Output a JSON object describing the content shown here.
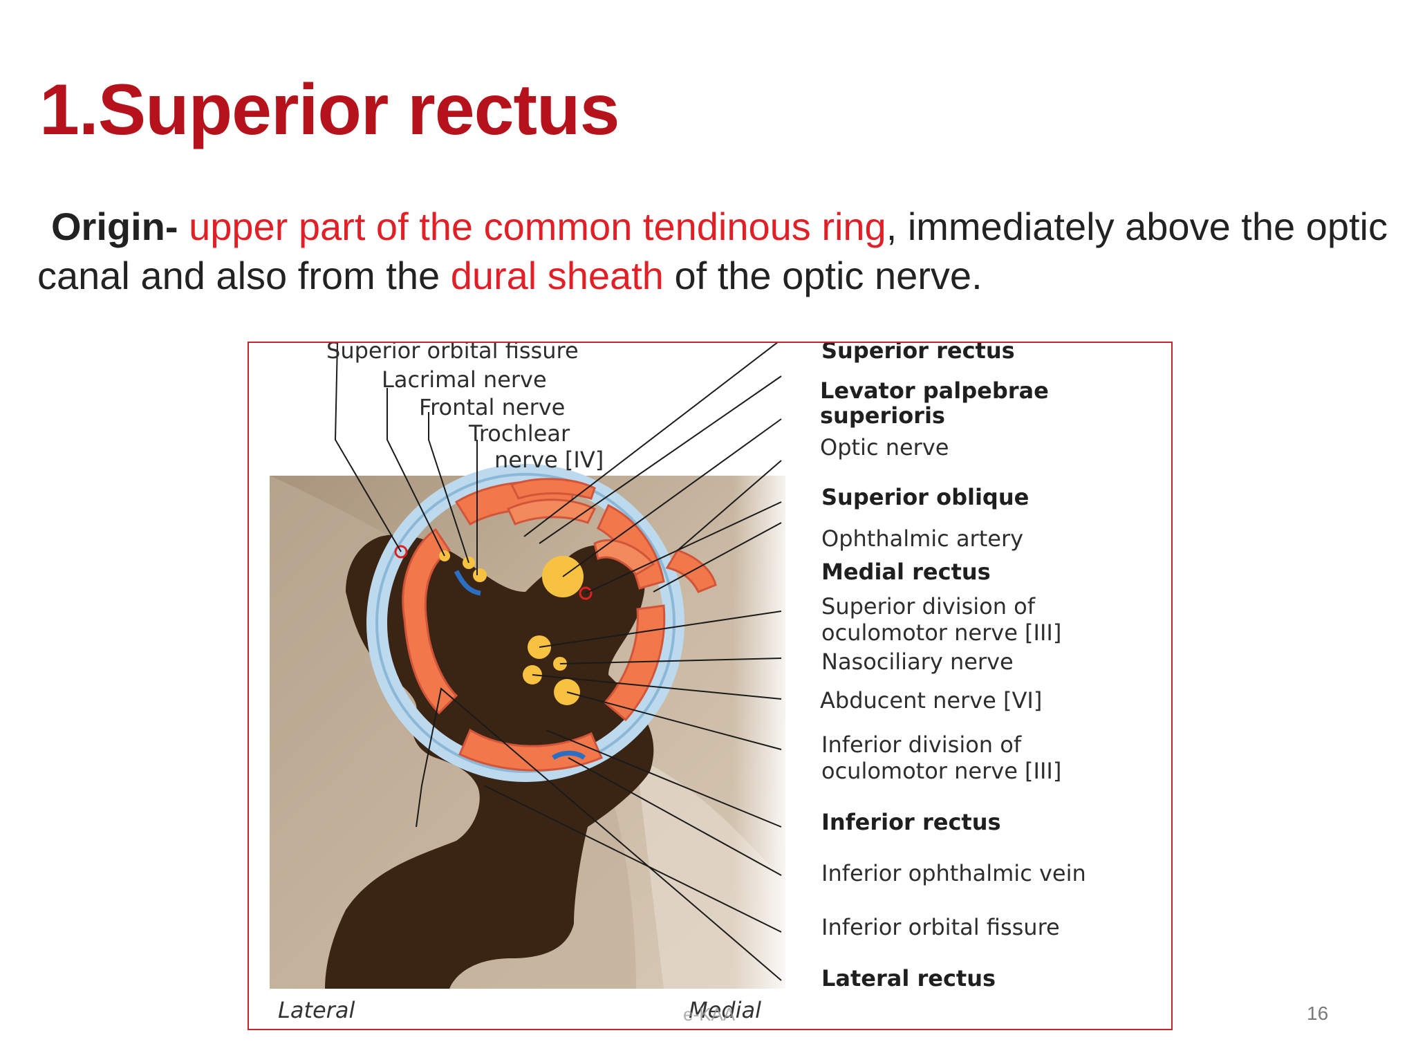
{
  "title": "1.Superior rectus",
  "origin": {
    "label": "Origin-",
    "part1_red": "upper part of the common tendinous ring",
    "part2": ", immediately above the optic canal and also from the ",
    "part3_red": "dural sheath",
    "part4": " of the optic nerve."
  },
  "figure": {
    "labels_left": {
      "superior_orbital_fissure": "Superior orbital fissure",
      "lacrimal_nerve": "Lacrimal nerve",
      "frontal_nerve": "Frontal nerve",
      "trochlear_line1": "Trochlear",
      "trochlear_line2": "nerve [IV]"
    },
    "labels_right": {
      "superior_rectus": "Superior rectus",
      "levator_line1": "Levator palpebrae",
      "levator_line2": "superioris",
      "optic_nerve": "Optic nerve",
      "superior_oblique": "Superior oblique",
      "ophthalmic_artery": "Ophthalmic artery",
      "medial_rectus": "Medial rectus",
      "sup_div_line1": "Superior division of",
      "sup_div_line2": "oculomotor nerve [III]",
      "nasociliary_nerve": "Nasociliary nerve",
      "abducent_nerve": "Abducent nerve [VI]",
      "inf_div_line1": "Inferior division of",
      "inf_div_line2": "oculomotor nerve [III]",
      "inferior_rectus": "Inferior rectus",
      "inferior_ophthalmic_vein": "Inferior ophthalmic vein",
      "inferior_orbital_fissure": "Inferior orbital fissure",
      "lateral_rectus": "Lateral rectus"
    },
    "axis": {
      "left": "Lateral",
      "right": "Medial"
    }
  },
  "footer": {
    "mark": "e-KAA",
    "page_number": "16"
  }
}
